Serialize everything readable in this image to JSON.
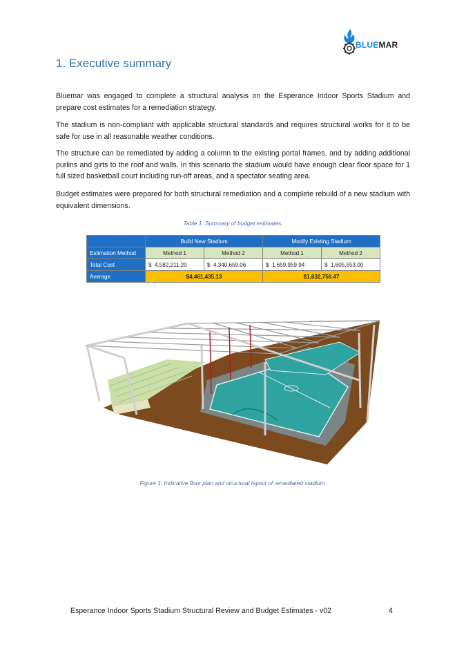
{
  "logo": {
    "brand_blue": "BLUE",
    "brand_dark": "MAR",
    "icon": "flame-gear-icon",
    "color": "#1a87d6"
  },
  "heading": "1. Executive summary",
  "paragraphs": [
    "Bluemar was engaged to complete a structural analysis on the Esperance Indoor Sports Stadium and prepare cost estimates for a remediation strategy.",
    "The stadium is non-compliant with applicable structural standards and requires structural works for it to be safe for use in all reasonable weather conditions.",
    "The structure can be remediated by adding a column to the existing portal frames, and by adding additional purlins and girts to the roof and walls. In this scenario the stadium would have enough clear floor space for 1 full sized basketball court including run-off areas, and a spectator seating area.",
    "Budget estimates were prepared for both structural remediation and a complete rebuild of a new stadium with equivalent dimensions."
  ],
  "table": {
    "caption": "Table 1: Summary of budget estimates.",
    "groups": [
      "Build New Stadium",
      "Modify Existing Stadium"
    ],
    "method_label": "Estimation Method",
    "methods": [
      "Method 1",
      "Method 2",
      "Method 1",
      "Method 2"
    ],
    "cost_label": "Total Cost",
    "currency": "$",
    "costs": [
      "4,582,211.20",
      "4,340,659.06",
      "1,659,959.94",
      "1,605,553.00"
    ],
    "average_label": "Average",
    "averages": [
      "$4,461,435.13",
      "$1,632,756.47"
    ],
    "colors": {
      "header": "#1f6fc5",
      "method": "#d7e6bf",
      "average": "#f8c000"
    }
  },
  "figure": {
    "caption": "Figure 1: Indicative floor plan and structural layout of remediated stadium."
  },
  "footer": {
    "title": "Esperance Indoor Sports Stadium Structural Review and Budget Estimates - v02",
    "page": "4"
  }
}
